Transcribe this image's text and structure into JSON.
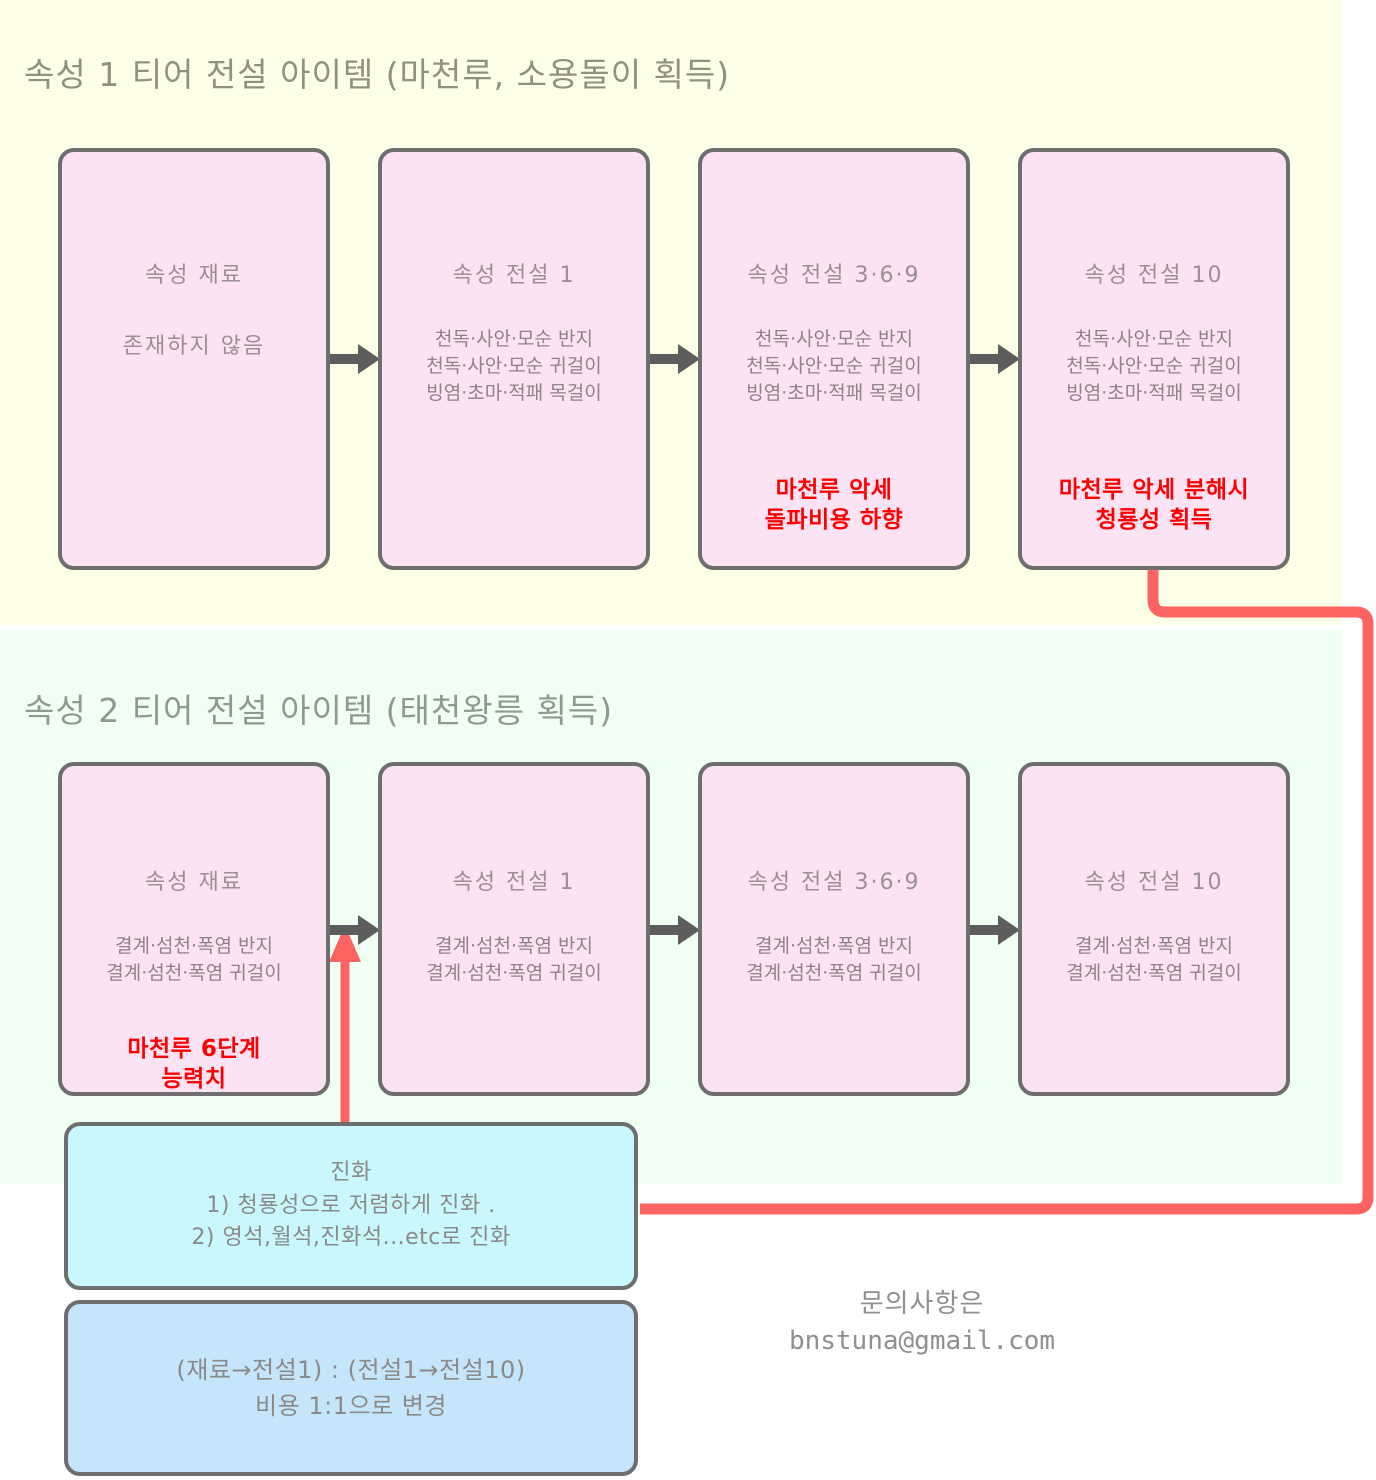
{
  "sections": [
    {
      "id": "tier1",
      "title": "속성 1 티어 전설 아이템 (마천루, 소용돌이 획득)",
      "background": "#fdffe6"
    },
    {
      "id": "tier2",
      "title": "속성 2 티어 전설 아이템 (태천왕릉 획득)",
      "background": "#f0fff4"
    }
  ],
  "tier1_nodes": [
    {
      "title": "속성 재료",
      "lines": "존재하지 않음",
      "note": ""
    },
    {
      "title": "속성 전설  1",
      "lines": "천독·사안·모순 반지\n천독·사안·모순 귀걸이\n빙염·초마·적패 목걸이",
      "note": ""
    },
    {
      "title": "속성 전설  3·6·9",
      "lines": "천독·사안·모순 반지\n천독·사안·모순 귀걸이\n빙염·초마·적패 목걸이",
      "note": "마천루 악세\n돌파비용 하향"
    },
    {
      "title": "속성 전설 10",
      "lines": "천독·사안·모순 반지\n천독·사안·모순 귀걸이\n빙염·초마·적패 목걸이",
      "note": "마천루 악세 분해시\n청룡성 획득"
    }
  ],
  "tier2_nodes": [
    {
      "title": "속성 재료",
      "lines": "결계·섬천·폭염 반지\n결계·섬천·폭염 귀걸이",
      "note": "마천루 6단계\n능력치"
    },
    {
      "title": "속성 전설 1",
      "lines": "결계·섬천·폭염 반지\n결계·섬천·폭염 귀걸이",
      "note": ""
    },
    {
      "title": "속성 전설 3·6·9",
      "lines": "결계·섬천·폭염 반지\n결계·섬천·폭염 귀걸이",
      "note": ""
    },
    {
      "title": "속성 전설 10",
      "lines": "결계·섬천·폭염 반지\n결계·섬천·폭염 귀걸이",
      "note": ""
    }
  ],
  "evolution_box": {
    "text": "진화\n1) 청룡성으로 저렴하게 진화    .\n2) 영석,월석,진화석...etc로 진화",
    "background": "#c9f7fb"
  },
  "cost_box": {
    "text": "(재료→전설1) : (전설1→전설10)\n비용 1:1으로 변경",
    "background": "#c5e6fa"
  },
  "contact": {
    "label": "문의사항은",
    "email": "bnstuna@gmail.com"
  },
  "colors": {
    "node_fill": "#fbe3f3",
    "node_border": "#6e6e6e",
    "arrow": "#5d5d5d",
    "red_highlight": "#ff0000",
    "red_connector": "#fc6361"
  }
}
